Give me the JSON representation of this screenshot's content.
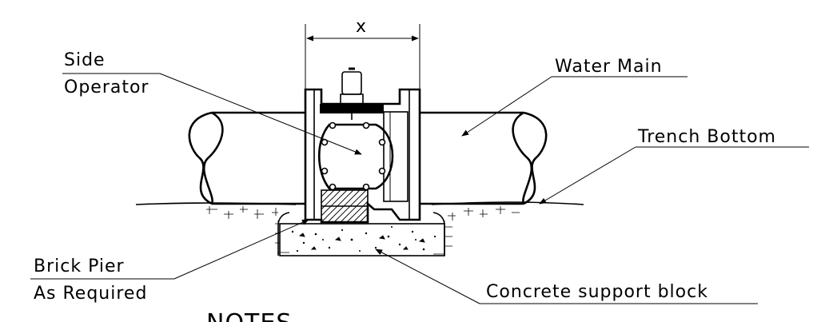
{
  "labels": {
    "dimension": "x",
    "side_operator_line1": "Side",
    "side_operator_line2": "Operator",
    "water_main": "Water Main",
    "trench_bottom": "Trench Bottom",
    "brick_pier_line1": "Brick Pier",
    "brick_pier_line2": "As Required",
    "concrete_block": "Concrete support block",
    "notes_partial": "NOTES"
  }
}
